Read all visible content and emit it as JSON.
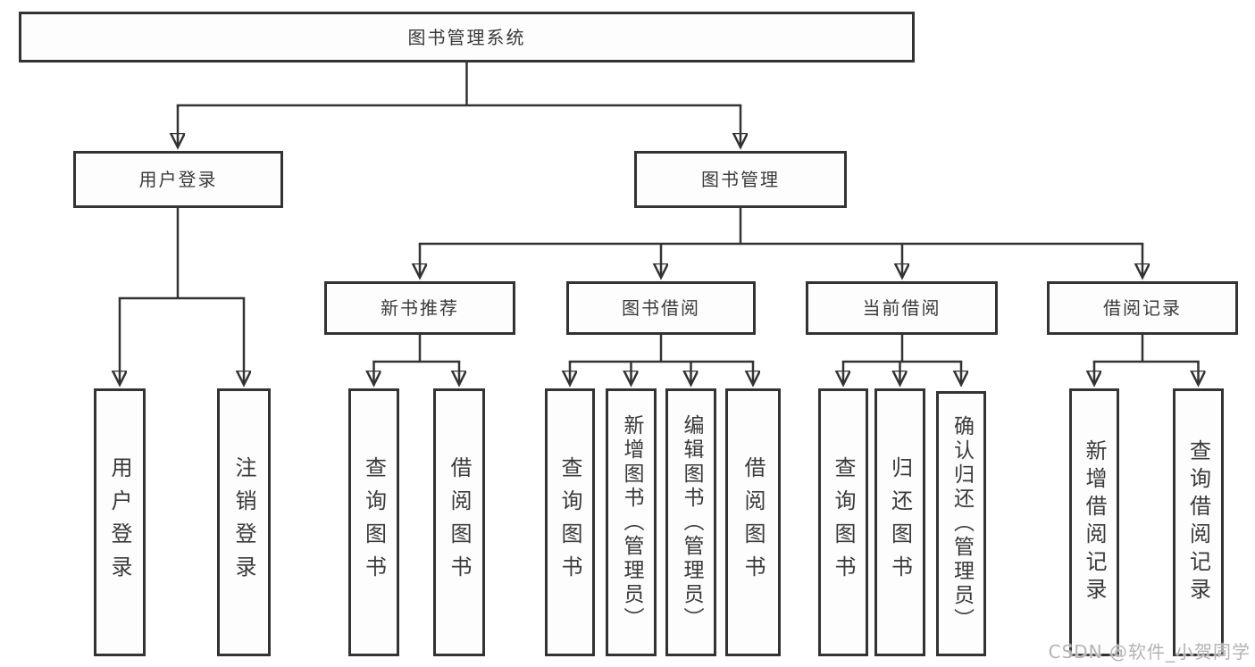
{
  "title": {
    "label": "图书管理系统"
  },
  "level2": {
    "user": {
      "label": "用户登录"
    },
    "book": {
      "label": "图书管理"
    }
  },
  "level3": {
    "new_book": {
      "label": "新书推荐"
    },
    "borrow": {
      "label": "图书借阅"
    },
    "current": {
      "label": "当前借阅"
    },
    "records": {
      "label": "借阅记录"
    }
  },
  "leaves": {
    "user_login": {
      "label": "用户登录"
    },
    "user_logout": {
      "label": "注销登录"
    },
    "nb_query": {
      "label": "查询图书"
    },
    "nb_borrow": {
      "label": "借阅图书"
    },
    "bw_query": {
      "label": "查询图书"
    },
    "bw_add": {
      "label": "新增图书（管理员）"
    },
    "bw_edit": {
      "label": "编辑图书（管理员）"
    },
    "bw_borrow": {
      "label": "借阅图书"
    },
    "cur_query": {
      "label": "查询图书"
    },
    "cur_return": {
      "label": "归还图书"
    },
    "cur_confirm": {
      "label": "确认归还（管理员）"
    },
    "rec_add": {
      "label": "新增借阅记录"
    },
    "rec_query": {
      "label": "查询借阅记录"
    }
  },
  "watermark": {
    "text": "CSDN @软件_小贺同学"
  },
  "colors": {
    "line": "#333333",
    "text": "#3a3a3a",
    "box_background": "#fdfdfd",
    "watermark": "#b3b3b3",
    "background": "#ffffff"
  }
}
